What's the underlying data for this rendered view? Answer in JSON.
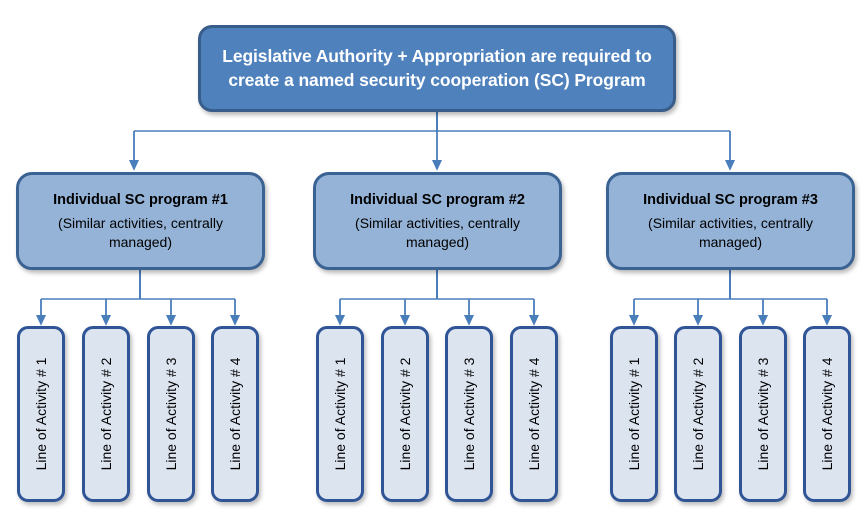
{
  "diagram": {
    "title_text": "Legislative Authority + Appropriation are required to create a named security cooperation (SC) Program",
    "colors": {
      "top_fill": "#4F81BD",
      "top_border": "#385D8A",
      "mid_fill": "#95B3D7",
      "mid_border": "#3A6292",
      "leaf_fill": "#DCE4F0",
      "leaf_border": "#2F5597",
      "connector": "#4A7EBB",
      "top_text": "#FFFFFF",
      "body_text": "#000000",
      "background": "#FFFFFF"
    },
    "root": {
      "line1": "Legislative Authority + Appropriation are required to",
      "line2": "create a named security cooperation (SC) Program"
    },
    "programs": [
      {
        "title": "Individual SC program #1",
        "subtitle": "(Similar activities, centrally managed)",
        "activities": [
          "Line of Activity # 1",
          "Line of Activity # 2",
          "Line of Activity # 3",
          "Line of Activity # 4"
        ]
      },
      {
        "title": "Individual SC program #2",
        "subtitle": "(Similar activities, centrally managed)",
        "activities": [
          "Line of Activity # 1",
          "Line of Activity # 2",
          "Line of Activity # 3",
          "Line of Activity # 4"
        ]
      },
      {
        "title": "Individual SC program #3",
        "subtitle": "(Similar activities, centrally managed)",
        "activities": [
          "Line of Activity # 1",
          "Line of Activity # 2",
          "Line of Activity # 3",
          "Line of Activity # 4"
        ]
      }
    ]
  }
}
